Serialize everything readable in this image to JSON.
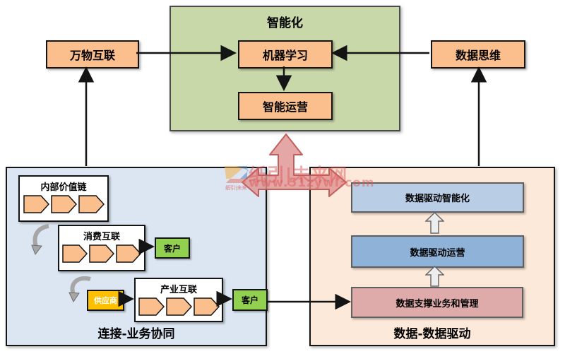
{
  "diagram": {
    "top": {
      "panel_title": "智能化",
      "iot": "万物互联",
      "machine_learning": "机器学习",
      "intelligent_operations": "智能运营",
      "data_thinking": "数据思维"
    },
    "left_panel": {
      "label": "连接-业务协同",
      "internal_value_chain": "内部价值链",
      "consumer_internet": "消费互联",
      "consumer_customer": "客户",
      "supplier": "供应商",
      "industrial_internet": "产业互联",
      "industrial_customer": "客户"
    },
    "right_panel": {
      "label": "数据-数据驱动",
      "box1": "数据驱动智能化",
      "box2": "数据驱动运营",
      "box3": "数据支撑业务和管理"
    },
    "watermark": {
      "name": "纸引|未来网",
      "url": "www.51zywl.com"
    },
    "colors": {
      "green_panel": "#c9d8a9",
      "blue_panel": "#dce6f2",
      "peach_panel": "#fce9d9",
      "orange_box": "#fbbf8e",
      "light_blue_box": "#b9cde5",
      "blue_box": "#8fb2d8",
      "pink_box": "#dfabaa",
      "customer_green": "#92d050",
      "supplier_yellow": "#ffc000",
      "watermark_red": "#dd5c5c",
      "arrow_black": "#141414"
    }
  }
}
